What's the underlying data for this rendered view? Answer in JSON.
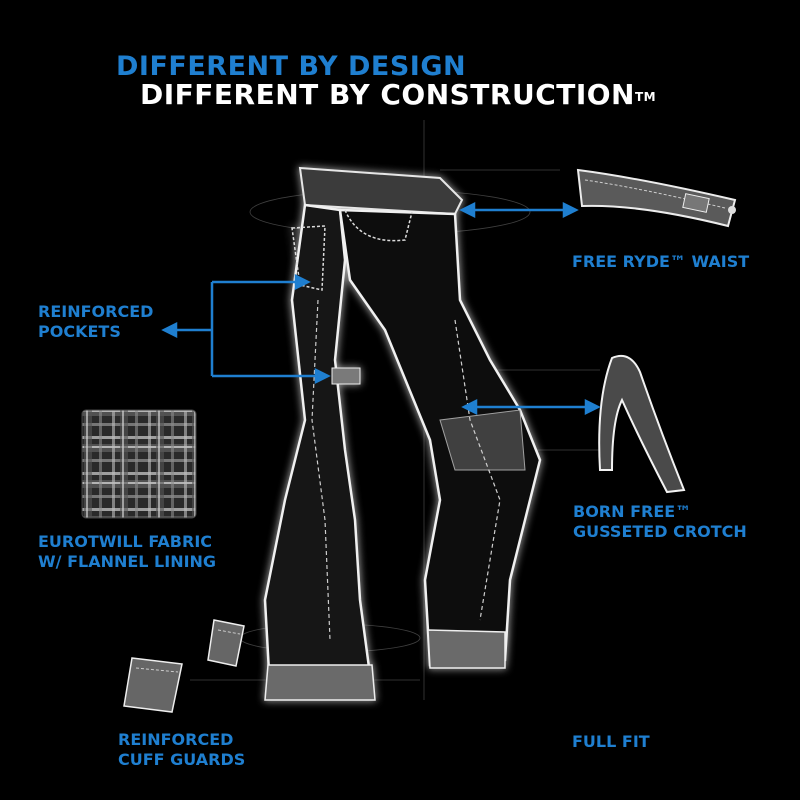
{
  "colors": {
    "accent": "#1f7fd0",
    "background": "#000000",
    "headline_secondary": "#ffffff"
  },
  "headline": {
    "line1": "DIFFERENT BY DESIGN",
    "line2": "DIFFERENT BY CONSTRUCTION",
    "line2_mark": "TM"
  },
  "features": {
    "waist": "FREE RYDE™ WAIST",
    "pockets": [
      "REINFORCED",
      "POCKETS"
    ],
    "fabric": [
      "EUROTWILL FABRIC",
      "W/ FLANNEL LINING"
    ],
    "crotch": [
      "BORN FREE™",
      "GUSSETED CROTCH"
    ],
    "cuff": [
      "REINFORCED",
      "CUFF GUARDS"
    ],
    "fit": "FULL FIT"
  },
  "icons": [
    "jeans-sketch-icon",
    "waistband-icon",
    "gusset-icon",
    "plaid-swatch-icon",
    "cuff-guard-icon"
  ]
}
